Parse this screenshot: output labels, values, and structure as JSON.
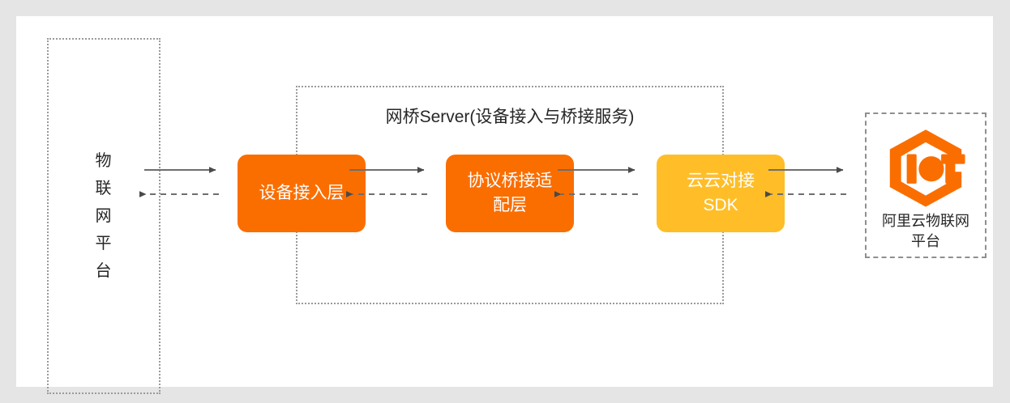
{
  "page": {
    "background_color": "#e5e5e5",
    "sheet_color": "#ffffff"
  },
  "colors": {
    "orange": "#fa6e00",
    "amber": "#ffbe28",
    "border_gray": "#9a9a9a",
    "connector_gray": "#6e6e6e",
    "text_dark": "#262626"
  },
  "left_zone": {
    "name": "iot-platform",
    "label": "物\n联\n网\n平\n台",
    "border_style": "dotted"
  },
  "bridge_server": {
    "title": "网桥Server(设备接入与桥接服务)",
    "border_style": "dotted",
    "nodes": [
      {
        "id": "device-access",
        "label": "设备接入层",
        "color": "#fa6e00"
      },
      {
        "id": "protocol-adapter",
        "label": "协议桥接适\n配层",
        "color": "#fa6e00"
      },
      {
        "id": "cloud-sdk",
        "label": "云云对接\nSDK",
        "color": "#ffbe28"
      }
    ]
  },
  "right_zone": {
    "name": "alicloud-iot-platform",
    "label": "阿里云物联网\n平台",
    "logo_icon": "alicloud-iot-hexagon-logo",
    "border_style": "dashed"
  },
  "connectors": [
    {
      "id": "platform-to-device-access",
      "direction": "right",
      "style": "solid",
      "arrow": true
    },
    {
      "id": "device-access-to-platform",
      "direction": "left",
      "style": "dashed",
      "arrow": true
    },
    {
      "id": "device-access-to-adapter",
      "direction": "right",
      "style": "solid",
      "arrow": true
    },
    {
      "id": "adapter-to-device-access",
      "direction": "left",
      "style": "dashed",
      "arrow": true
    },
    {
      "id": "adapter-to-sdk",
      "direction": "right",
      "style": "solid",
      "arrow": true
    },
    {
      "id": "sdk-to-adapter",
      "direction": "left",
      "style": "dashed",
      "arrow": true
    },
    {
      "id": "sdk-to-alicloud",
      "direction": "right",
      "style": "solid",
      "arrow": true
    },
    {
      "id": "alicloud-to-sdk",
      "direction": "left",
      "style": "dashed",
      "arrow": true
    }
  ]
}
